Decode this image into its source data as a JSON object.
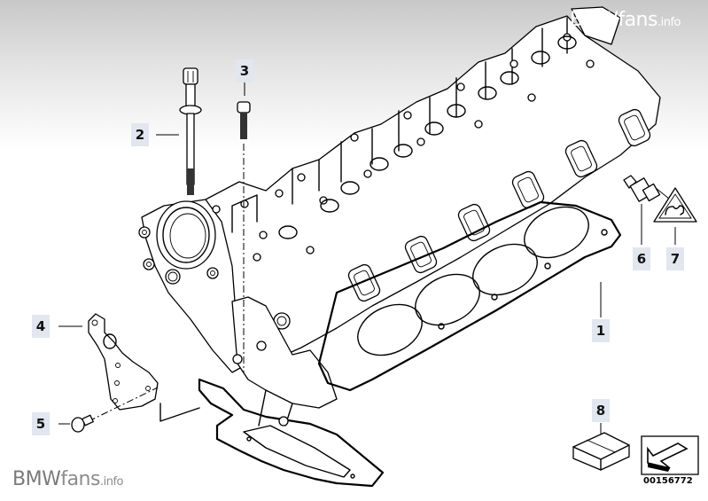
{
  "diagram": {
    "subject": "Cylinder head assembly exploded parts diagram",
    "callouts": [
      {
        "number": "1",
        "part": "cylinder-head-gasket"
      },
      {
        "number": "2",
        "part": "cylinder-head-bolt"
      },
      {
        "number": "3",
        "part": "hex-bolt"
      },
      {
        "number": "4",
        "part": "lifting-bracket"
      },
      {
        "number": "5",
        "part": "bracket-bolt"
      },
      {
        "number": "6",
        "part": "temperature-sensor"
      },
      {
        "number": "7",
        "part": "warning-symbol"
      },
      {
        "number": "8",
        "part": "gasket-set-box"
      }
    ],
    "part_number": "00156772"
  },
  "watermarks": {
    "top_right": {
      "brand": "BMWfans",
      "suffix": ".info"
    },
    "bottom_left": {
      "brand_a": "BMW",
      "brand_b": "fans",
      "suffix": ".info"
    }
  },
  "colors": {
    "callout_bg": "#e1e6ef",
    "line": "#000000",
    "watermark_top": "#ffffff",
    "watermark_bottom": "#8c8c8c"
  }
}
